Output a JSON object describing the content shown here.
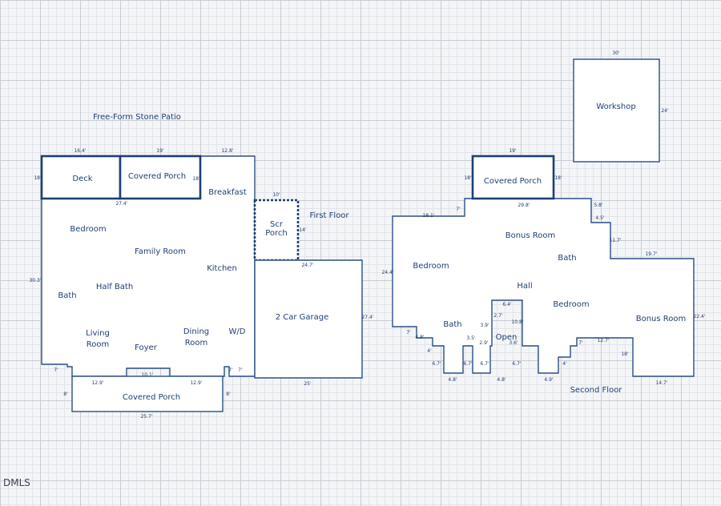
{
  "colors": {
    "line": "#2a4f86",
    "thick_line": "#1e3f75",
    "text": "#1f3f73",
    "grid": "#c9ccd3",
    "background": "#f4f5f7"
  },
  "plans": {
    "first_floor_label": "First Floor",
    "second_floor_label": "Second Floor",
    "patio_label": "Free-Form Stone Patio"
  },
  "first_floor": {
    "rooms": {
      "deck": "Deck",
      "covered_porch_rear": "Covered Porch",
      "breakfast": "Breakfast",
      "scr_porch_line1": "Scr",
      "scr_porch_line2": "Porch",
      "bedroom": "Bedroom",
      "family_room": "Family Room",
      "kitchen": "Kitchen",
      "half_bath": "Half Bath",
      "bath": "Bath",
      "living_room_line1": "Living",
      "living_room_line2": "Room",
      "foyer": "Foyer",
      "dining_room_line1": "Dining",
      "dining_room_line2": "Room",
      "wd": "W/D",
      "garage": "2 Car Garage",
      "covered_porch_front": "Covered Porch"
    },
    "dims": {
      "deck_w": "16.4'",
      "deck_h": "18'",
      "porch_w": "19'",
      "porch_h": "18'",
      "top_right": "12.8'",
      "rear_total": "27.4'",
      "left_side": "30.3'",
      "scr_w": "10'",
      "scr_h": "14'",
      "garage_top": "24.7'",
      "garage_right": "27.4'",
      "garage_bottom": "25'",
      "front_left": "7'",
      "front_mid": "10.1'",
      "front_right": "7'",
      "front_right2": "7'",
      "fporch_l": "12.9'",
      "fporch_r": "12.9'",
      "fporch_lh": "8'",
      "fporch_rh": "8'",
      "fporch_bottom": "25.7'"
    }
  },
  "workshop": {
    "label": "Workshop",
    "dims": {
      "w": "30'",
      "h": "24'"
    }
  },
  "second_floor": {
    "rooms": {
      "covered_porch": "Covered Porch",
      "bonus_room_top": "Bonus Room",
      "bath_right": "Bath",
      "bedroom_left": "Bedroom",
      "hall": "Hall",
      "bedroom_right": "Bedroom",
      "bonus_room_right": "Bonus Room",
      "bath_left": "Bath",
      "open": "Open"
    },
    "dims": {
      "porch_w": "19'",
      "porch_l": "18'",
      "porch_r": "18'",
      "top_left": "18.1'",
      "notch": "7'",
      "top_mid": "29.8'",
      "step1": "4.5'",
      "step1h": "5.8'",
      "step2": "11.7'",
      "right_top": "19.7'",
      "left_side": "24.4'",
      "right_side": "22.4'",
      "bl1": "7'",
      "bl2": "4.8'",
      "bl3": "4'",
      "bl4": "6.7'",
      "bl5": "4.8'",
      "bl6": "6.7'",
      "o1": "3.9'",
      "o2": "3.5'",
      "o3": "2.9'",
      "o4": "6.7'",
      "o5": "4.8'",
      "o6": "6.4'",
      "o7": "2.7'",
      "o8": "10.8'",
      "o9": "3.6'",
      "o10": "6.7'",
      "o11": "4.9'",
      "r1": "4'",
      "r2": "7'",
      "r3": "12.7'",
      "r4": "18'",
      "bottom_right": "14.7'"
    }
  },
  "watermark": "DMLS"
}
